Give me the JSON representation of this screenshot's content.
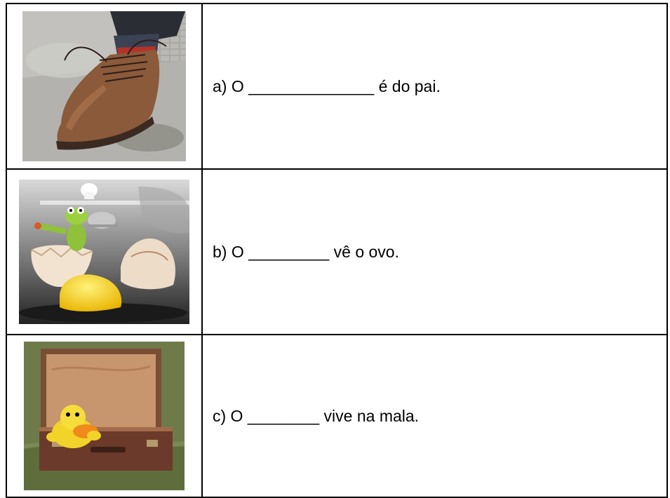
{
  "rows": [
    {
      "label": "a) O ______________ é do pai.",
      "image": "shoe-image"
    },
    {
      "label": "b) O _________ vê o ovo.",
      "image": "frog-egg-image"
    },
    {
      "label": "c) O ________ vive na mala.",
      "image": "duck-suitcase-image"
    }
  ]
}
